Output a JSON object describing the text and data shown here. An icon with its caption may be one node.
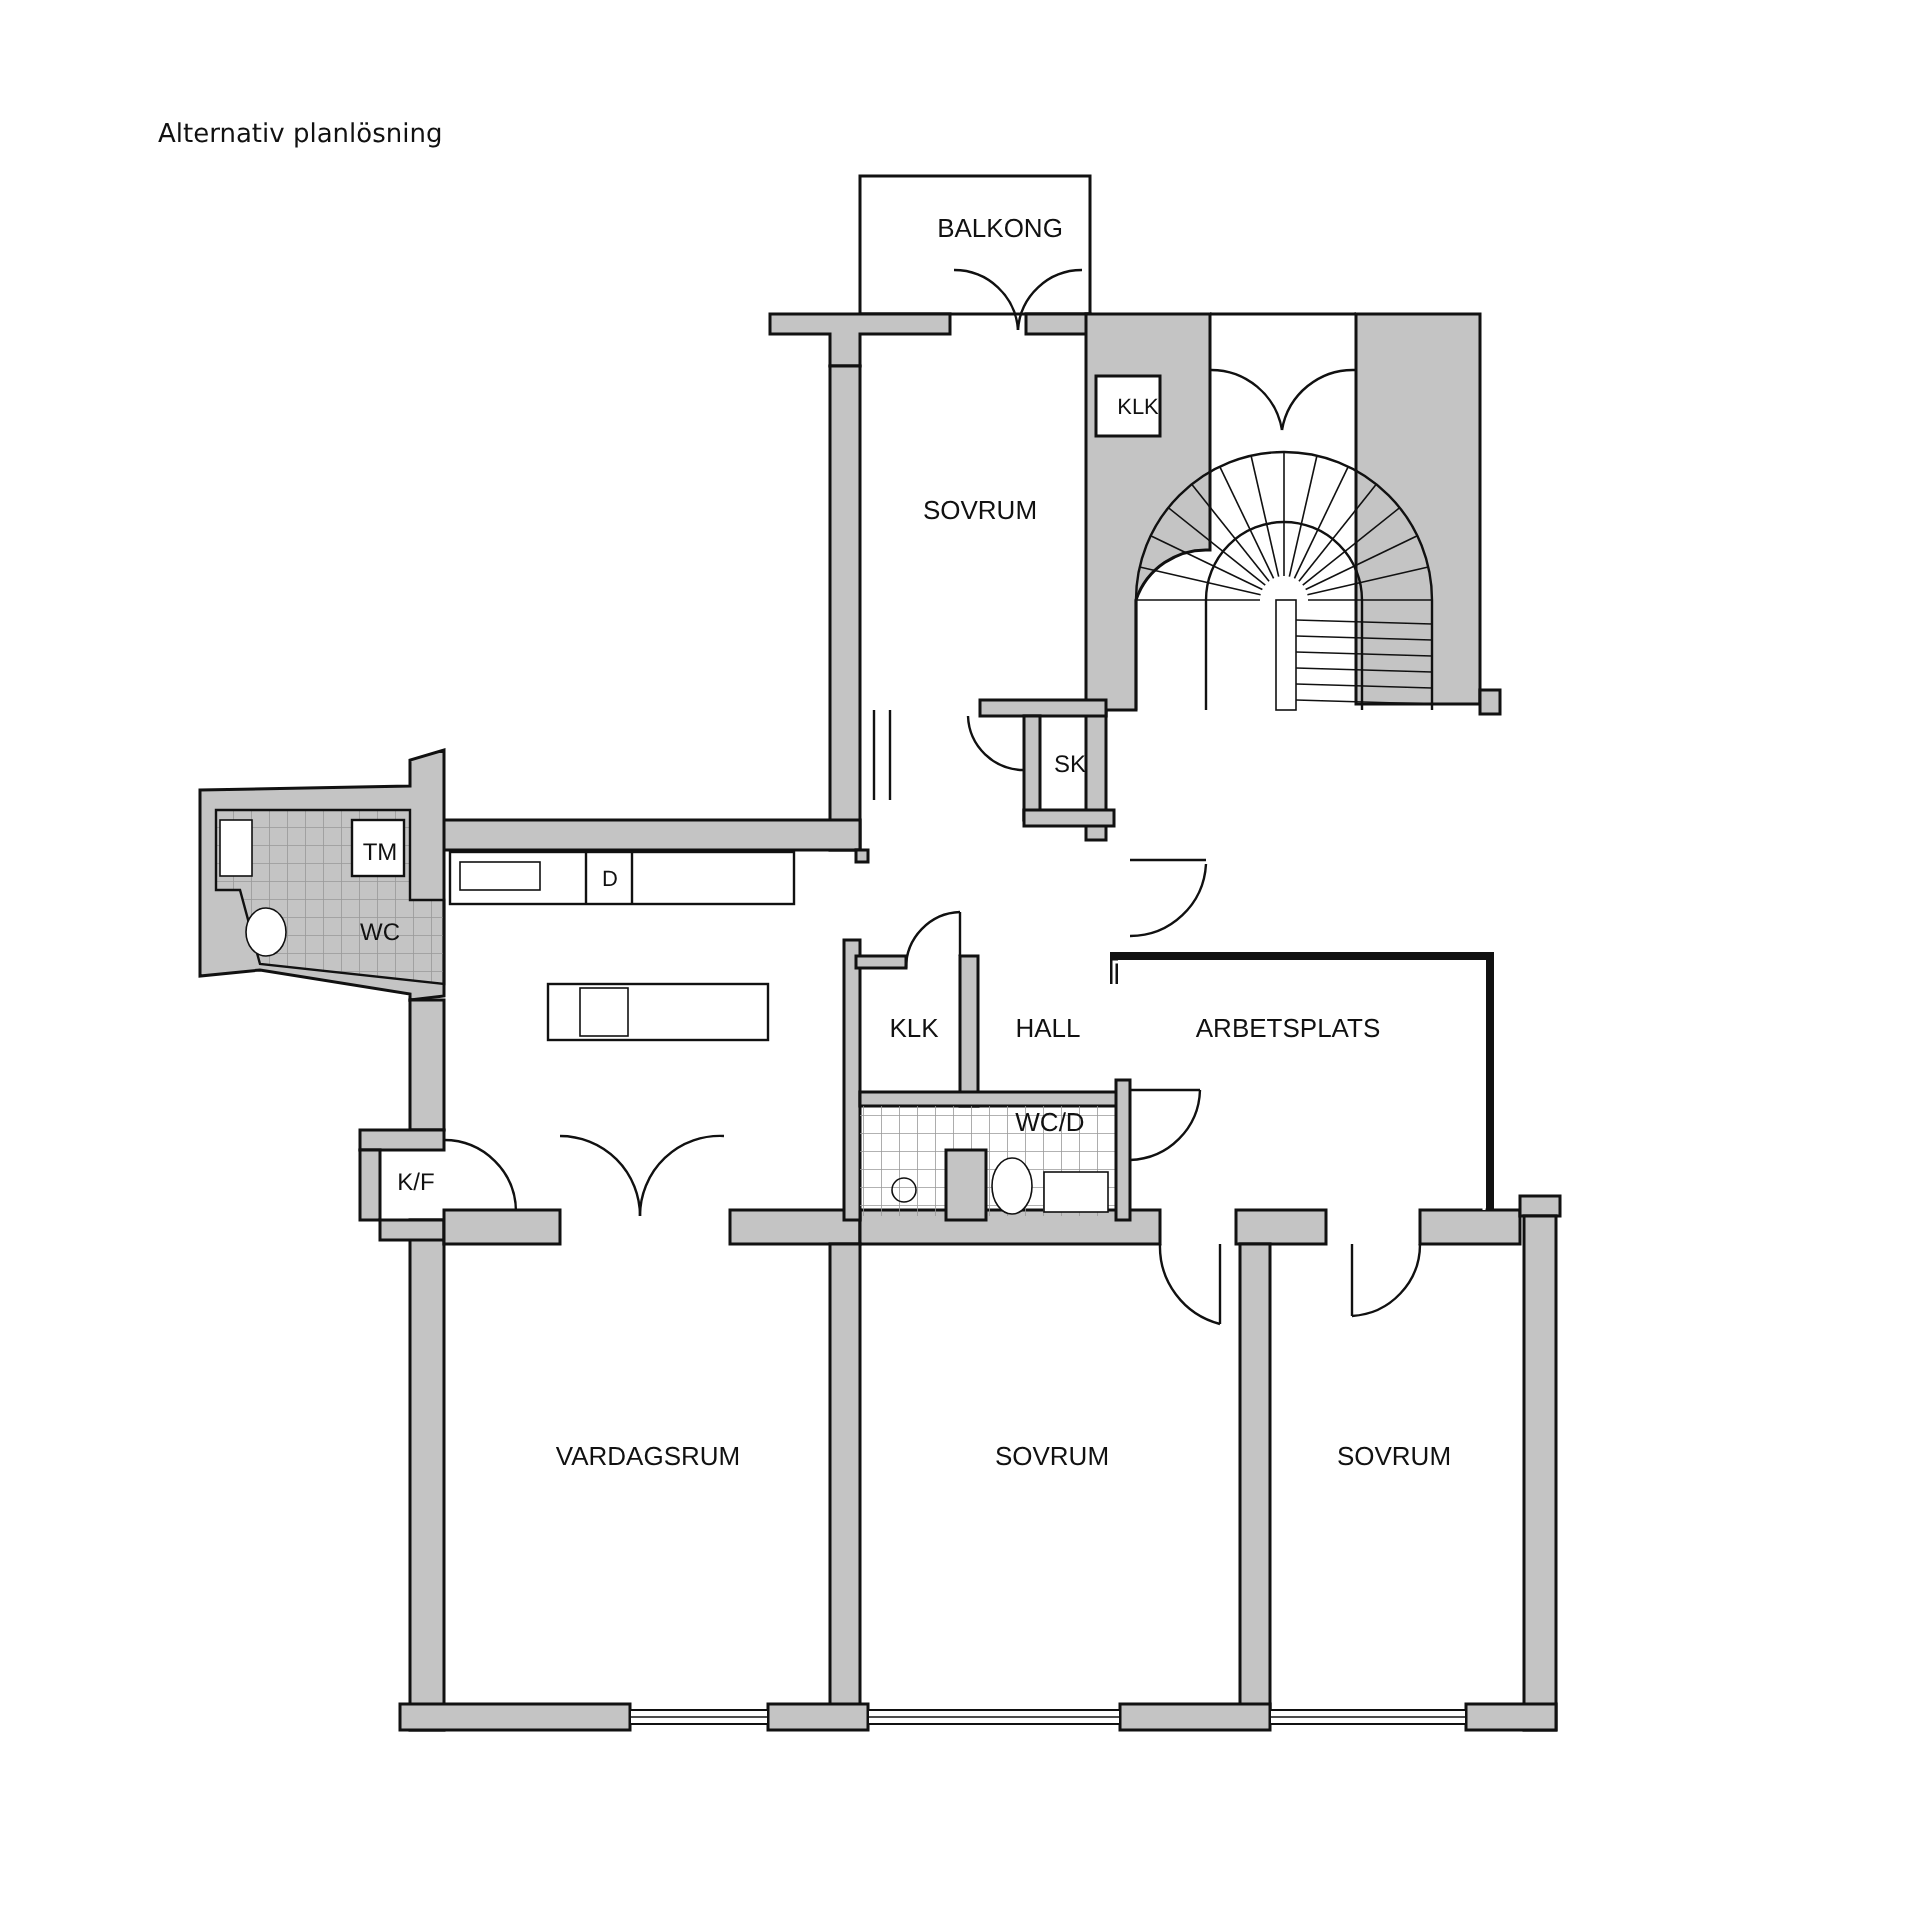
{
  "diagram": {
    "title": "Alternativ planlösning",
    "labels": [
      "BALKONG",
      "KLK",
      "SOVRUM",
      "SK",
      "TM",
      "WC",
      "D",
      "KLK",
      "HALL",
      "ARBETSPLATS",
      "WC/D",
      "K/F",
      "VARDAGSRUM",
      "SOVRUM",
      "SOVRUM"
    ]
  }
}
